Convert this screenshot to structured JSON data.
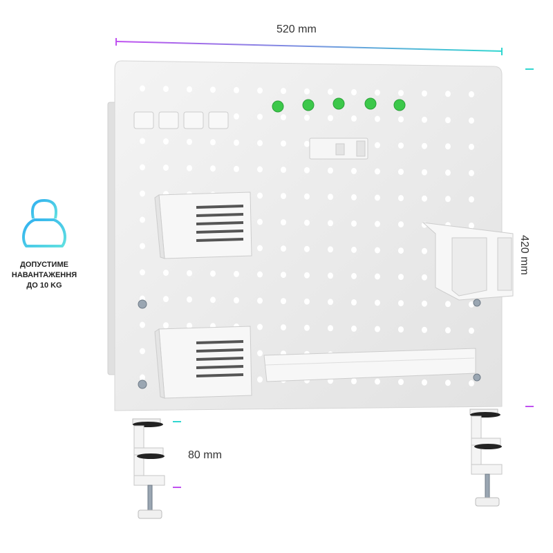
{
  "dimensions": {
    "width": "520 mm",
    "height": "420 mm",
    "clamp_depth": "80 mm"
  },
  "load_info": {
    "line1": "ДОПУСТИМЕ",
    "line2": "НАВАНТАЖЕННЯ",
    "line3": "ДО 10 KG",
    "icon": "kettlebell-icon"
  },
  "colors": {
    "panel": "#eeeeee",
    "hooks": "#3cc84a",
    "dimension_gradient_start": "#c050f0",
    "dimension_gradient_end": "#30d6d0"
  }
}
